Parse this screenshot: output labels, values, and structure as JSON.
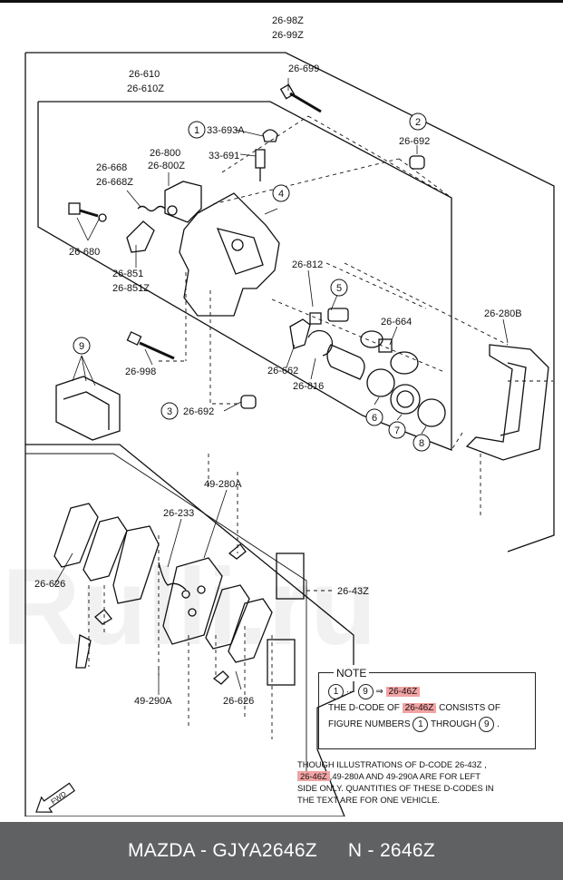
{
  "labels": {
    "l_26_98z": "26-98Z",
    "l_26_99z": "26-99Z",
    "l_26_699": "26-699",
    "l_26_610": "26-610",
    "l_26_610z": "26-610Z",
    "l_33_693a": "33-693A",
    "l_26_692_top": "26-692",
    "l_26_800": "26-800",
    "l_26_800z": "26-800Z",
    "l_33_691": "33-691",
    "l_26_668": "26-668",
    "l_26_668z": "26-668Z",
    "l_26_680": "26-680",
    "l_26_851": "26-851",
    "l_26_851z": "26-851Z",
    "l_26_812": "26-812",
    "l_26_664": "26-664",
    "l_26_280b": "26-280B",
    "l_26_998": "26-998",
    "l_26_662": "26-662",
    "l_26_816": "26-816",
    "l_26_692_bottom": "26-692",
    "l_49_280a": "49-280A",
    "l_26_233": "26-233",
    "l_26_626_left": "26-626",
    "l_26_43z": "26-43Z",
    "l_49_290a": "49-290A",
    "l_26_626_bottom": "26-626",
    "fwd": "FWD"
  },
  "callouts": {
    "c1": "1",
    "c2": "2",
    "c3": "3",
    "c4": "4",
    "c5": "5",
    "c6": "6",
    "c7": "7",
    "c8": "8",
    "c9": "9"
  },
  "note": {
    "title": "NOTE",
    "c_from": "1",
    "ellipsis": "···",
    "c_to": "9",
    "arrow": "⇒",
    "code_hl": "26-46Z",
    "line2_a": "THE D-CODE OF",
    "line2_code": "26-46Z",
    "line2_b": "CONSISTS OF",
    "line3_a": "FIGURE NUMBERS",
    "line3_c1": "1",
    "line3_b": "THROUGH",
    "line3_c2": "9",
    "line3_end": "."
  },
  "footnote": {
    "line1": "THOUGH ILLUSTRATIONS OF D-CODE 26-43Z ,",
    "code_hl": "26-46Z",
    "line2_rest": ",49-280A AND 49-290A ARE FOR LEFT",
    "line3": "SIDE ONLY. QUANTITIES OF THESE D-CODES IN",
    "line4": "THE TEXT ARE FOR ONE VEHICLE."
  },
  "footer": {
    "part_text": "MAZDA - GJYA2646Z",
    "code_text": "N - 2646Z"
  },
  "watermark": "Rulli.ru",
  "colors": {
    "highlight": "#f2a3a3",
    "footer_bg": "#5f6163",
    "ink": "#111111"
  }
}
